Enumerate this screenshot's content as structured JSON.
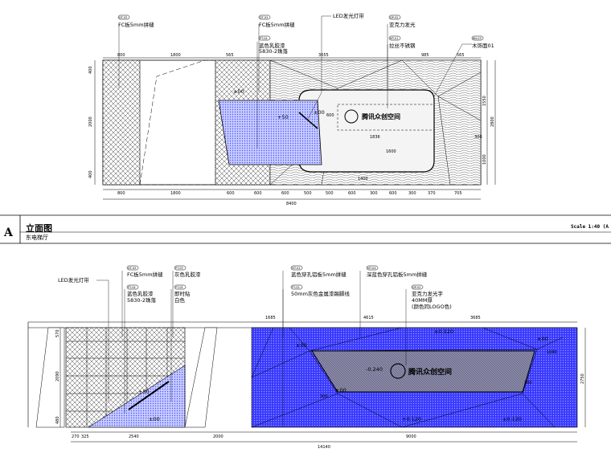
{
  "elevation1": {
    "callouts": [
      {
        "code": "DT-03",
        "text1": "FC板5mm拼缝",
        "text2": ""
      },
      {
        "code": "DT-03",
        "text1": "FC板5mm拼缝",
        "text2": ""
      },
      {
        "code": "PT-04",
        "text1": "蓝色乳胶漆",
        "text2": "5830-2珠落"
      },
      {
        "code": "",
        "text1": "LED发光灯带",
        "text2": ""
      },
      {
        "code": "DP-02",
        "text1": "亚克力发光",
        "text2": ""
      },
      {
        "code": "MT-01",
        "text1": "拉丝不锈钢",
        "text2": ""
      },
      {
        "code": "BN-03",
        "text1": "木饰面01",
        "text2": ""
      }
    ],
    "top_dims": [
      "800",
      "1800",
      "565",
      "3655",
      "985",
      "565"
    ],
    "bottom_dims": [
      "800",
      "1800",
      "600",
      "600",
      "600",
      "500",
      "500",
      "600",
      "300",
      "600",
      "300",
      "370",
      "705"
    ],
    "total": "8400",
    "left_dims": [
      "400",
      "2000",
      "400"
    ],
    "right_dims": [
      "1550",
      "1000"
    ],
    "right_total": "2800",
    "inner_labels": [
      "±00",
      "+50",
      "±00",
      "1400",
      "1600",
      "600",
      "1836",
      "300"
    ],
    "logo_text": "腾讯众创空间"
  },
  "title_bar": {
    "letter": "A",
    "title": "立面图",
    "subtitle": "东电梯厅",
    "scale": "Scale 1:40 (A"
  },
  "elevation2": {
    "callouts": [
      {
        "code": "DT-03",
        "text1": "FC板5mm拼缝",
        "text2": ""
      },
      {
        "code": "PT-04",
        "text1": "蓝色乳胶漆",
        "text2": "5830-2珠落"
      },
      {
        "code": "PT-03",
        "text1": "灰色乳胶漆",
        "text2": ""
      },
      {
        "code": "PT-05",
        "text1": "即时贴",
        "text2": "白色"
      },
      {
        "code": "",
        "text1": "LED发光灯带",
        "text2": ""
      },
      {
        "code": "MT-02",
        "text1": "蓝色穿孔铝板5mm拼缝",
        "text2": ""
      },
      {
        "code": "PT-02",
        "text1": "50mm灰色金属漆踢脚线",
        "text2": ""
      },
      {
        "code": "MT-04",
        "text1": "深蓝色穿孔铝板5mm拼缝",
        "text2": ""
      },
      {
        "code": "DP-02",
        "text1": "亚克力发光字",
        "text2": "40MM厚"
      },
      {
        "code": "",
        "text1": "(颜色同LOGO色)",
        "text2": ""
      }
    ],
    "top_dims": [
      "1685",
      "4615",
      "3685"
    ],
    "bottom_dims": [
      "270",
      "325",
      "2540",
      "2000",
      "9000"
    ],
    "total": "14140",
    "right_total": "2750",
    "left_dims": [
      "570",
      "2090",
      "480"
    ],
    "inner_labels": [
      "±0.120",
      "±00",
      "+50",
      "-0.240",
      "±00",
      "1040",
      "+0.120",
      "±00",
      "±0.120",
      "±00",
      "300",
      "300"
    ],
    "logo_text": "腾讯众创空间"
  },
  "colors": {
    "blue_fill": "#3b3bff",
    "light_blue": "#7f8cff",
    "line": "#000000"
  }
}
